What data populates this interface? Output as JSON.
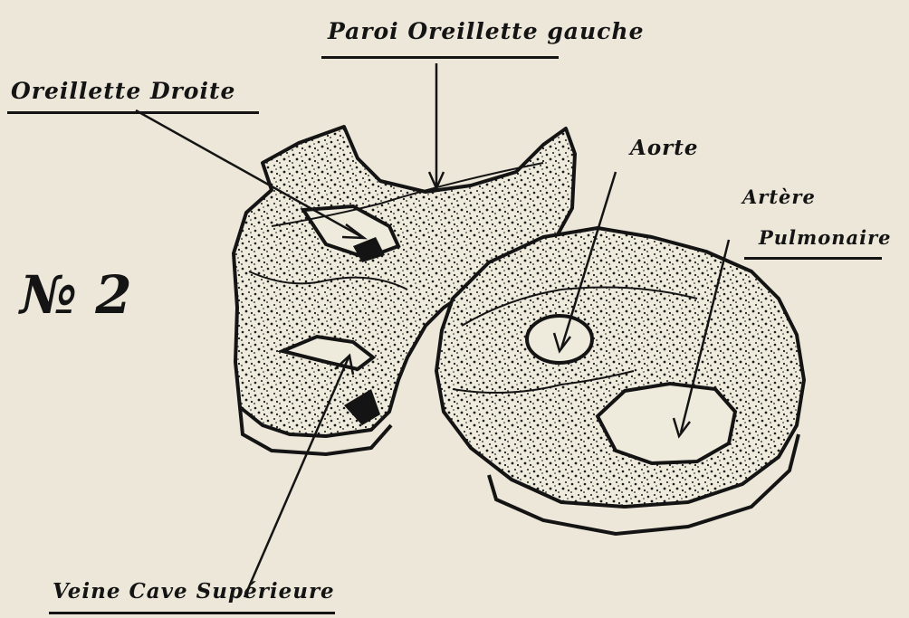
{
  "figure": {
    "number": "№ 2",
    "labels": {
      "paroi_oreillette_gauche": "Paroi Oreillette gauche",
      "oreillette_droite": "Oreillette Droite",
      "aorte": "Aorte",
      "artere": "Artère",
      "pulmonaire": "Pulmonaire",
      "veine_cave_superieure": "Veine Cave Supérieure"
    }
  },
  "colors": {
    "ink": "#141414",
    "paper": "#ece7d8"
  }
}
